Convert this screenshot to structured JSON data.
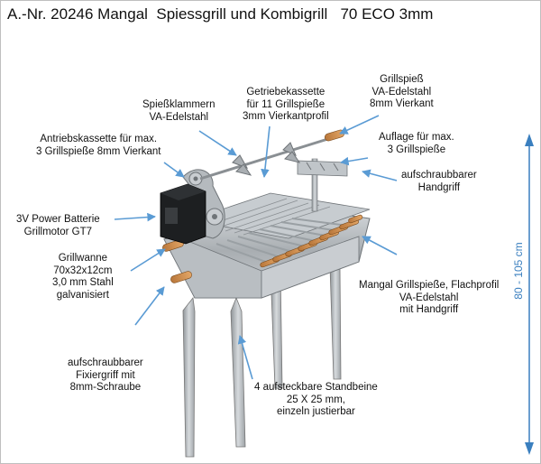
{
  "title": "A.-Nr. 20246 Mangal  Spiessgrill und Kombigrill   70 ECO 3mm",
  "dimension": "80 - 105 cm",
  "labels": {
    "spiess_klammern": [
      "Spießklammern",
      "VA-Edelstahl"
    ],
    "getriebekassette": [
      "Getriebekassette",
      "für 11 Grillspieße",
      "3mm Vierkantprofil"
    ],
    "grillspiess": [
      "Grillspieß",
      "VA-Edelstahl",
      "8mm Vierkant"
    ],
    "antriebskassette": [
      "Antriebskassette für max.",
      "3 Grillspieße 8mm Vierkant"
    ],
    "auflage": [
      "Auflage für max.",
      "3 Grillspieße"
    ],
    "handgriff": [
      "aufschraubbarer",
      "Handgriff"
    ],
    "batterie": [
      "3V Power Batterie",
      "Grillmotor GT7"
    ],
    "grillwanne": [
      "Grillwanne",
      "70x32x12cm",
      "3,0 mm Stahl",
      "galvanisiert"
    ],
    "mangal_spiesse": [
      "Mangal Grillspieße, Flachprofil",
      "VA-Edelstahl",
      "mit Handgriff"
    ],
    "fixiergriff": [
      "aufschraubbarer",
      "Fixiergriff mit",
      "8mm-Schraube"
    ],
    "standbeine": [
      "4 aufsteckbare Standbeine",
      "25 X 25 mm,",
      "einzeln justierbar"
    ]
  },
  "colors": {
    "arrow": "#5a9bd4",
    "dimension": "#3a7fbf"
  }
}
